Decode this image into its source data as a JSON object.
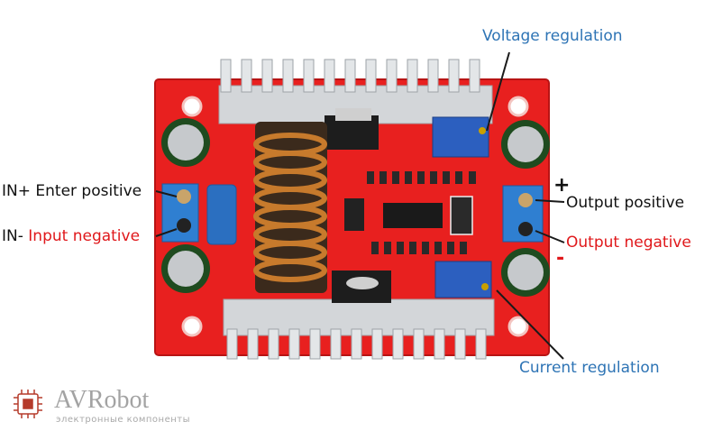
{
  "labels": {
    "voltage_regulation": "Voltage regulation",
    "current_regulation": "Current regulation",
    "in_plus_prefix": "IN+",
    "enter_positive": "Enter positive",
    "in_minus_prefix": "IN-",
    "input_negative": "Input negative",
    "output_positive": "Output positive",
    "output_negative": "Output negative",
    "plus_sign": "+",
    "minus_sign": "-"
  },
  "logo": {
    "name": "AVRobot",
    "tagline": "электронные компоненты"
  },
  "colors": {
    "pcb": "#e8201f",
    "heatsink": "#d3d6d9",
    "terminal": "#2f7fd1",
    "label_blue": "#2e74b5",
    "label_red": "#e0181b",
    "copper": "#c77a2c"
  }
}
